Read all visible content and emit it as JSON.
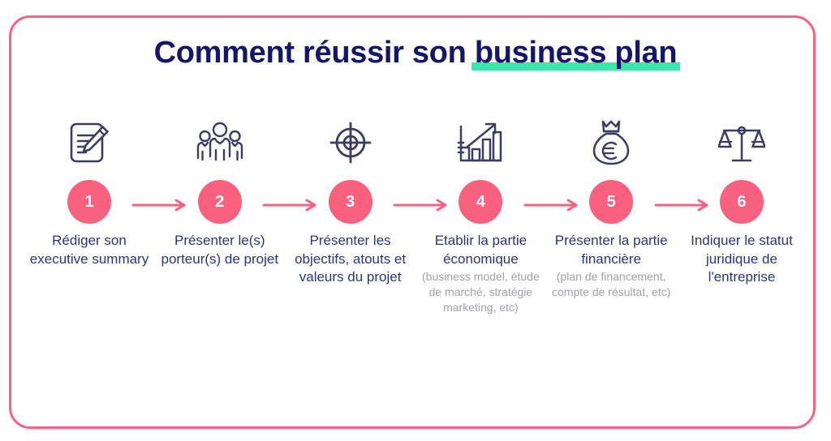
{
  "infographic": {
    "title_prefix": "Comment réussir son ",
    "title_highlight": "business plan",
    "accent_pink": "#F9617F",
    "border_pink": "#F56483",
    "highlight_green": "#37E9A9",
    "navy": "#131766",
    "caption_navy": "#2B3576",
    "icon_navy": "#3A3C63",
    "subtext_grey": "#A0A0AB"
  },
  "steps": [
    {
      "number": "1",
      "icon": "document-pencil-icon",
      "caption": "Rédiger son executive summary",
      "subcaption": ""
    },
    {
      "number": "2",
      "icon": "three-people-icon",
      "caption": "Présenter le(s) porteur(s) de projet",
      "subcaption": ""
    },
    {
      "number": "3",
      "icon": "target-crosshair-icon",
      "caption": "Présenter les objectifs, atouts et valeurs du projet",
      "subcaption": ""
    },
    {
      "number": "4",
      "icon": "growth-bar-chart-icon",
      "caption": "Etablir la partie économique",
      "subcaption": "(business model, étude de marché, stratégie marketing, etc)"
    },
    {
      "number": "5",
      "icon": "money-bag-euro-icon",
      "caption": "Présenter la partie financière",
      "subcaption": "(plan de financement, compte de résultat, etc)"
    },
    {
      "number": "6",
      "icon": "justice-scales-icon",
      "caption": "Indiquer le statut juridique de l'entreprise",
      "subcaption": ""
    }
  ],
  "arrows": [
    {
      "name": "arrow-1-to-2"
    },
    {
      "name": "arrow-2-to-3"
    },
    {
      "name": "arrow-3-to-4"
    },
    {
      "name": "arrow-4-to-5"
    },
    {
      "name": "arrow-5-to-6"
    }
  ]
}
